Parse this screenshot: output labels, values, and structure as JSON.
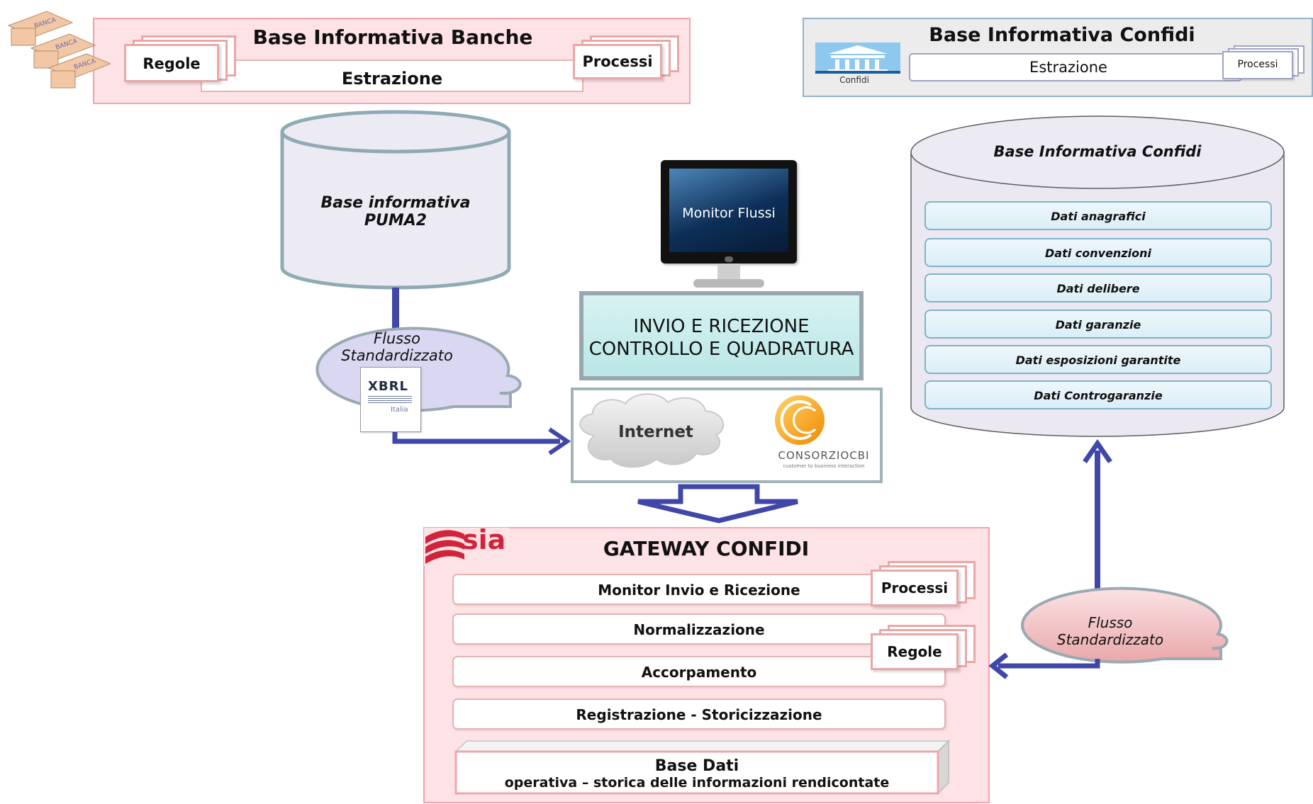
{
  "banche": {
    "title": "Base Informativa Banche",
    "regole": "Regole",
    "processi": "Processi",
    "estrazione": "Estrazione",
    "icon_label": "BANCA"
  },
  "confidi_top": {
    "title": "Base Informativa Confidi",
    "estrazione": "Estrazione",
    "processi": "Processi",
    "logo_label": "Confidi"
  },
  "puma": {
    "line1": "Base informativa",
    "line2": "PUMA2"
  },
  "flusso_left": {
    "line1": "Flusso",
    "line2": "Standardizzato",
    "xbrl": "XBRL",
    "xbrl_sub": "Italia"
  },
  "monitor": {
    "screen_text": "Monitor Flussi"
  },
  "invio": {
    "line1": "INVIO E RICEZIONE",
    "line2": "CONTROLLO E QUADRATURA"
  },
  "internet": {
    "cloud_label": "Internet",
    "cbi_name": "CONSORZIOCBI",
    "cbi_tagline": "customer to business interaction"
  },
  "confidi_db": {
    "title": "Base Informativa Confidi",
    "items": [
      "Dati anagrafici",
      "Dati convenzioni",
      "Dati delibere",
      "Dati garanzie",
      "Dati esposizioni garantite",
      "Dati Controgaranzie"
    ]
  },
  "gateway": {
    "logo": "sia",
    "title": "GATEWAY CONFIDI",
    "rows": [
      "Monitor Invio e Ricezione",
      "Normalizzazione",
      "Accorpamento",
      "Registrazione - Storicizzazione"
    ],
    "processi": "Processi",
    "regole": "Regole",
    "base_dati_title": "Base Dati",
    "base_dati_sub": "operativa – storica delle informazioni rendicontate"
  },
  "flusso_right": {
    "line1": "Flusso",
    "line2": "Standardizzato"
  },
  "colors": {
    "pink_bg": "#fde2e6",
    "pink_border": "#f2a4ac",
    "arrow": "#4047a8",
    "teal": "#b7e6e6",
    "lavender": "#d9d7f2"
  }
}
